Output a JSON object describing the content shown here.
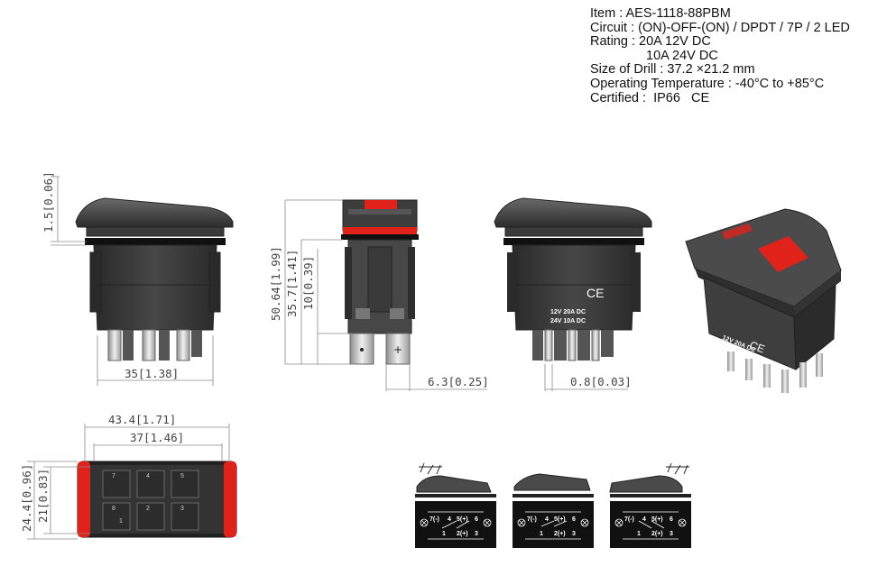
{
  "specs": {
    "item": "Item : AES-1118-88PBM",
    "circuit": "Circuit : (ON)-OFF-(ON) / DPDT / 7P / 2 LED",
    "rating_1": "Rating : 20A 12V DC",
    "rating_2": "10A 24V DC",
    "drill": "Size of Drill : 37.2 ×21.2 mm",
    "temperature": "Operating Temperature : -40°C to +85°C",
    "certified": "Certified :  IP66   CE"
  },
  "dimensions": {
    "bezel_height": "1.5[0.06]",
    "body_width": "35[1.38]",
    "total_height": "50.64[1.99]",
    "body_height": "35.7[1.41]",
    "terminal_length": "10[0.39]",
    "terminal_width": "6.3[0.25]",
    "terminal_thickness": "0.8[0.03]",
    "bezel_width": "43.4[1.71]",
    "body_width_top": "37[1.46]",
    "bezel_depth": "24.4[0.96]",
    "body_depth": "21[0.83]"
  },
  "labels": {
    "ce_mark": "CE",
    "rating_row_1": "12V  20A  DC",
    "rating_row_2": "24V  10A  DC"
  },
  "schematic_pins": [
    "7(-)",
    "4",
    "5(+)",
    "6",
    "1",
    "2(+)",
    "3"
  ],
  "bottom_pins": [
    "7",
    "4",
    "5",
    "8",
    "1",
    "2",
    "3"
  ],
  "colors": {
    "body": "#3b3b3b",
    "rocker": "#4a4a4a",
    "led_red": "#e0221b",
    "line": "#8a8a8a"
  }
}
